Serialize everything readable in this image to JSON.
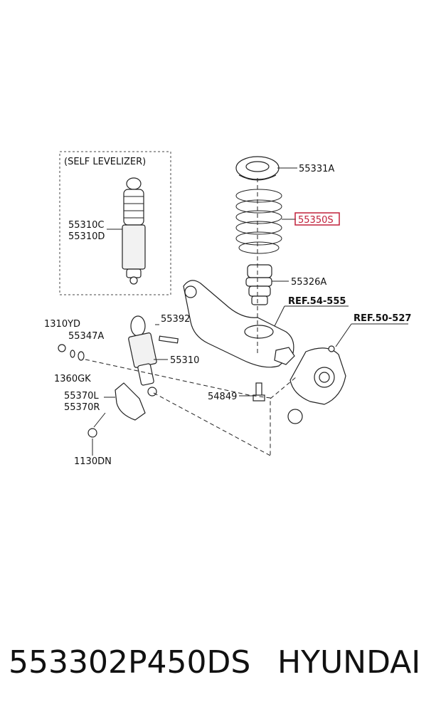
{
  "diagram": {
    "box_title": "(SELF LEVELIZER)",
    "labels": {
      "p55331A": "55331A",
      "p55350S": "55350S",
      "p55326A": "55326A",
      "ref54": "REF.54-555",
      "ref50": "REF.50-527",
      "p55310C": "55310C",
      "p55310D": "55310D",
      "p1310YD": "1310YD",
      "p55347A": "55347A",
      "p55392": "55392",
      "p55310": "55310",
      "p1360GK": "1360GK",
      "p55370L": "55370L",
      "p55370R": "55370R",
      "p54849": "54849",
      "p1130DN": "1130DN"
    },
    "highlight_color": "#c0203a"
  },
  "caption": {
    "part_number": "553302P450DS",
    "brand": "HYUNDAI"
  }
}
